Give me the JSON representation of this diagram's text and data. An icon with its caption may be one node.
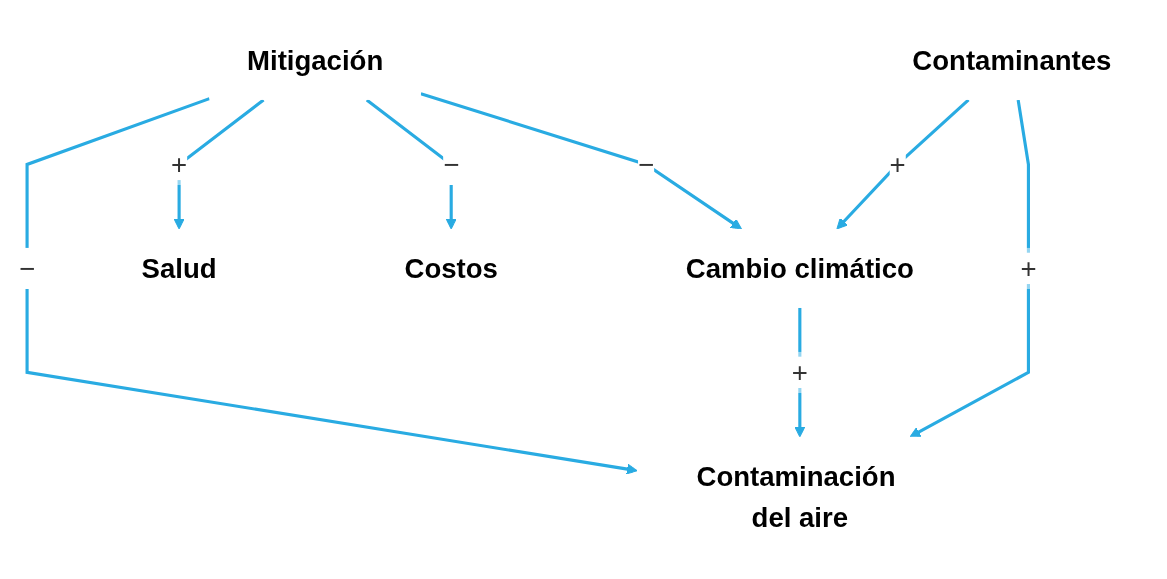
{
  "diagram": {
    "nodes": [
      {
        "text": [
          "Contaminantes"
        ]
      },
      {
        "text": [
          "Contaminación del aire"
        ]
      },
      {
        "text": [
          "Cambio climático"
        ]
      },
      {
        "text": [
          "Mitigación"
        ]
      },
      {
        "text": [
          "Salud"
        ]
      },
      {
        "text": [
          "Costos"
        ]
      }
    ],
    "edges": [
      {
        "from": 0,
        "to": 1,
        "arrow": "to",
        "label": "+"
      },
      {
        "from": 0,
        "to": 2,
        "arrow": "to",
        "label": "+"
      },
      {
        "from": 2,
        "to": 1,
        "arrow": "to",
        "label": "+"
      },
      {
        "from": 3,
        "to": 1,
        "arrow": "to",
        "label": "−"
      },
      {
        "from": 3,
        "to": 2,
        "arrow": "to",
        "label": "−"
      },
      {
        "from": 3,
        "to": 4,
        "arrow": "to",
        "label": "+"
      },
      {
        "from": 3,
        "to": 5,
        "arrow": "to",
        "label": "−"
      }
    ]
  }
}
